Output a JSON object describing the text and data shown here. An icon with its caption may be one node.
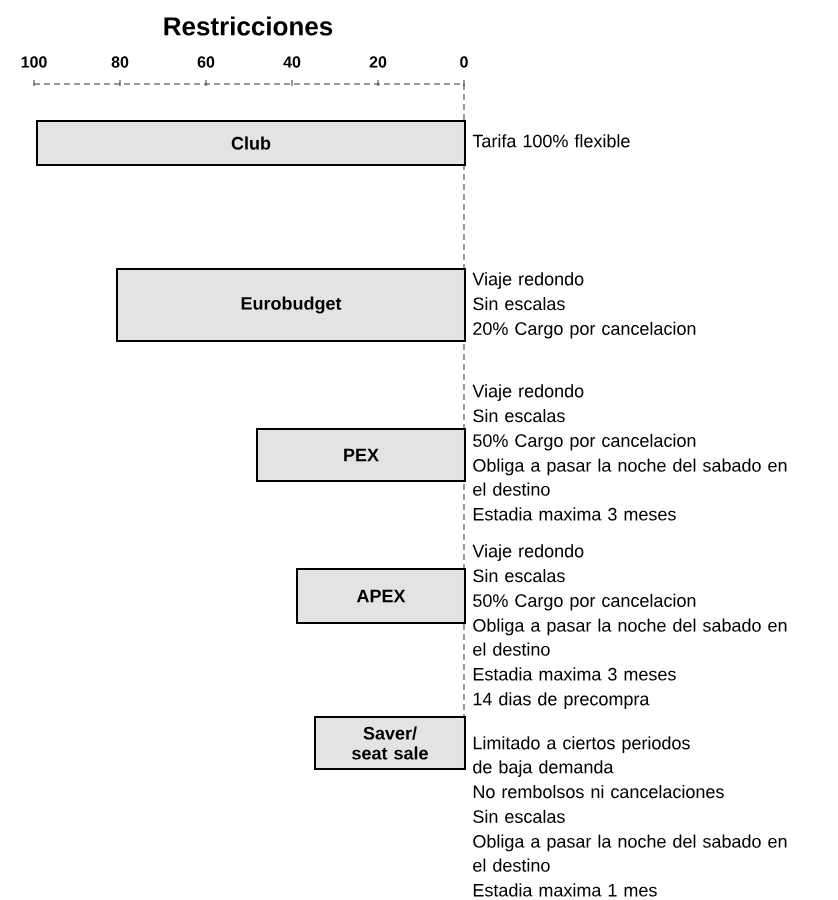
{
  "diagram": {
    "title": "Restricciones",
    "nodes": [
      {
        "text": [
          "Club"
        ],
        "beside": [
          "Tarifa 100% flexible"
        ]
      },
      {
        "text": [
          "Eurobudget"
        ],
        "beside": [
          "Viaje redondo",
          "Sin escalas",
          "20% Cargo por cancelacion"
        ]
      },
      {
        "text": [
          "PEX"
        ],
        "beside": [
          "Viaje redondo",
          "Sin escalas",
          "50% Cargo por cancelacion",
          "Obliga a pasar la noche del sabado en el destino",
          "Estadia maxima 3 meses"
        ]
      },
      {
        "text": [
          "APEX"
        ],
        "beside": [
          "Viaje redondo",
          "Sin escalas",
          "50% Cargo por cancelacion",
          "Obliga a pasar la noche del sabado en el destino",
          "Estadia maxima 3 meses",
          "14 dias de precompra"
        ]
      },
      {
        "text": [
          "Saver/ seat sale"
        ],
        "beside": [
          "Limitado a ciertos periodos de baja demanda",
          "No rembolsos ni cancelaciones",
          "Sin escalas",
          "Obliga a pasar la noche del sabado en el destino",
          "Estadia maxima 1 mes"
        ]
      }
    ],
    "labels": [
      "100",
      "80",
      "60",
      "40",
      "20",
      "0"
    ]
  }
}
